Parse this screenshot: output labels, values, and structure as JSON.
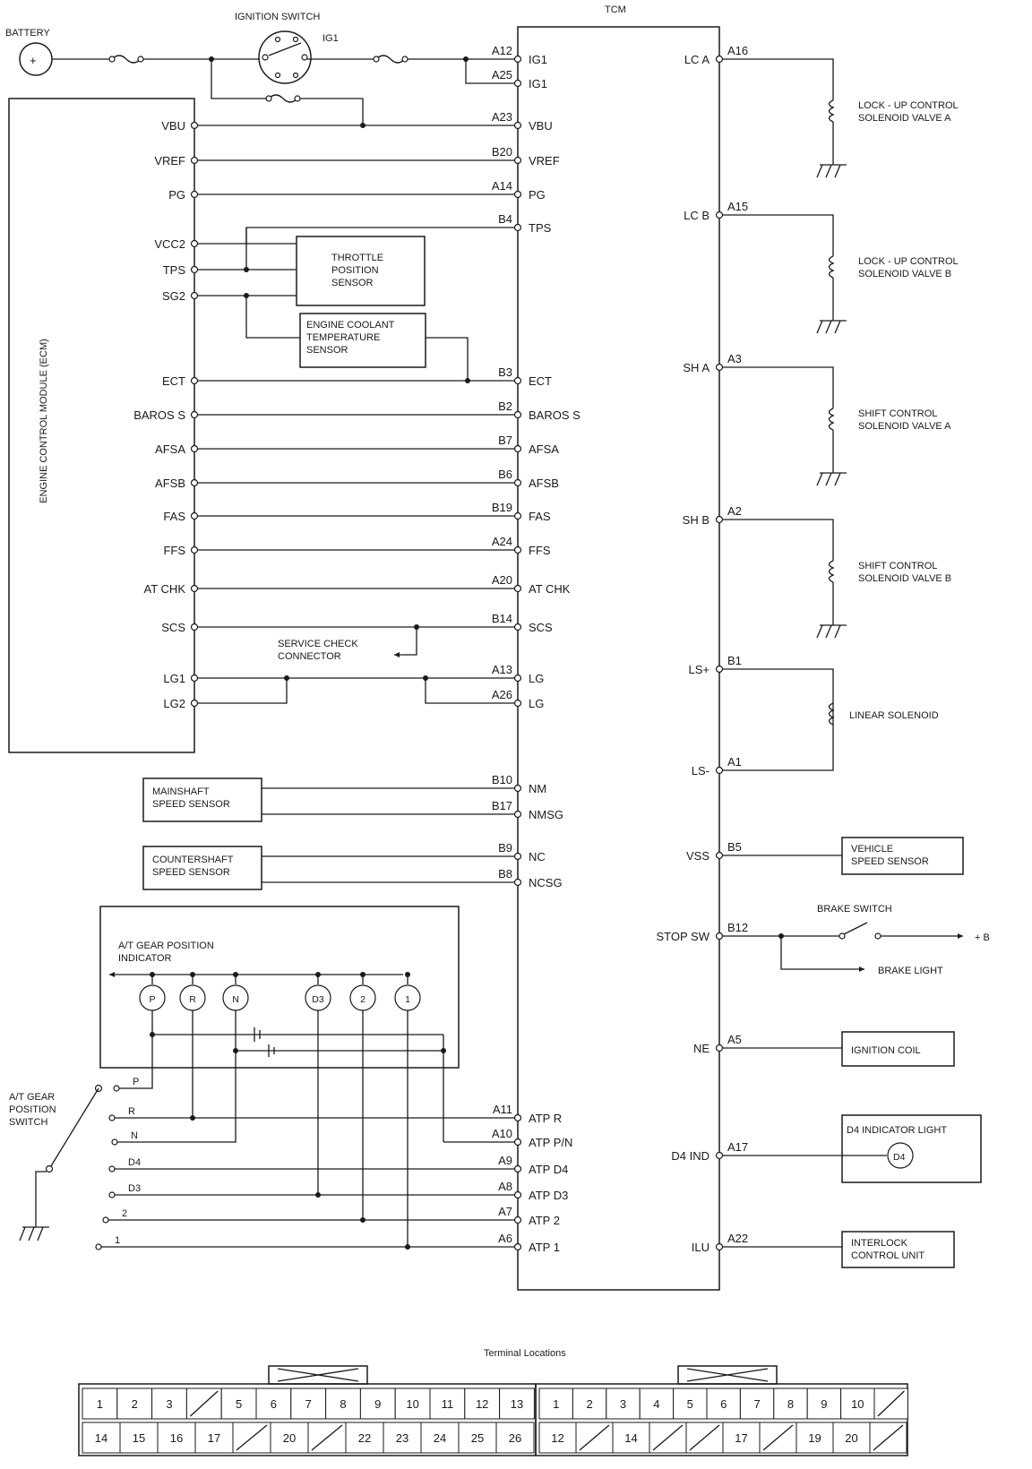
{
  "header": {
    "battery": "BATTERY",
    "ignition_switch": "IGNITION SWITCH",
    "ig1_contact": "IG1",
    "tcm": "TCM"
  },
  "ecm": {
    "title": "ENGINE CONTROL MODULE (ECM)",
    "pins": [
      "VBU",
      "VREF",
      "PG",
      "VCC2",
      "TPS",
      "SG2",
      "ECT",
      "BAROS S",
      "AFSA",
      "AFSB",
      "FAS",
      "FFS",
      "AT CHK",
      "SCS",
      "LG1",
      "LG2"
    ]
  },
  "tcm_left": [
    {
      "term": "A12",
      "name": "IG1"
    },
    {
      "term": "A25",
      "name": "IG1"
    },
    {
      "term": "A23",
      "name": "VBU"
    },
    {
      "term": "B20",
      "name": "VREF"
    },
    {
      "term": "A14",
      "name": "PG"
    },
    {
      "term": "B4",
      "name": "TPS"
    },
    {
      "term": "B3",
      "name": "ECT"
    },
    {
      "term": "B2",
      "name": "BAROS S"
    },
    {
      "term": "B7",
      "name": "AFSA"
    },
    {
      "term": "B6",
      "name": "AFSB"
    },
    {
      "term": "B19",
      "name": "FAS"
    },
    {
      "term": "A24",
      "name": "FFS"
    },
    {
      "term": "A20",
      "name": "AT CHK"
    },
    {
      "term": "B14",
      "name": "SCS"
    },
    {
      "term": "A13",
      "name": "LG"
    },
    {
      "term": "A26",
      "name": "LG"
    },
    {
      "term": "B10",
      "name": "NM"
    },
    {
      "term": "B17",
      "name": "NMSG"
    },
    {
      "term": "B9",
      "name": "NC"
    },
    {
      "term": "B8",
      "name": "NCSG"
    },
    {
      "term": "A11",
      "name": "ATP R"
    },
    {
      "term": "A10",
      "name": "ATP P/N"
    },
    {
      "term": "A9",
      "name": "ATP D4"
    },
    {
      "term": "A8",
      "name": "ATP D3"
    },
    {
      "term": "A7",
      "name": "ATP 2"
    },
    {
      "term": "A6",
      "name": "ATP 1"
    }
  ],
  "tcm_right": [
    {
      "term": "A16",
      "name": "LC A"
    },
    {
      "term": "A15",
      "name": "LC B"
    },
    {
      "term": "A3",
      "name": "SH A"
    },
    {
      "term": "A2",
      "name": "SH B"
    },
    {
      "term": "B1",
      "name": "LS+"
    },
    {
      "term": "A1",
      "name": "LS-"
    },
    {
      "term": "B5",
      "name": "VSS"
    },
    {
      "term": "B12",
      "name": "STOP SW"
    },
    {
      "term": "A5",
      "name": "NE"
    },
    {
      "term": "A17",
      "name": "D4 IND"
    },
    {
      "term": "A22",
      "name": "ILU"
    }
  ],
  "components": {
    "tps_sensor": [
      "THROTTLE",
      "POSITION",
      "SENSOR"
    ],
    "ect_sensor": [
      "ENGINE COOLANT",
      "TEMPERATURE",
      "SENSOR"
    ],
    "service_check": [
      "SERVICE CHECK",
      "CONNECTOR"
    ],
    "mainshaft": [
      "MAINSHAFT",
      "SPEED SENSOR"
    ],
    "countershaft": [
      "COUNTERSHAFT",
      "SPEED SENSOR"
    ],
    "lockup_a": [
      "LOCK - UP CONTROL",
      "SOLENOID VALVE A"
    ],
    "lockup_b": [
      "LOCK - UP CONTROL",
      "SOLENOID VALVE B"
    ],
    "shift_a": [
      "SHIFT CONTROL",
      "SOLENOID VALVE A"
    ],
    "shift_b": [
      "SHIFT CONTROL",
      "SOLENOID VALVE B"
    ],
    "linear_solenoid": "LINEAR SOLENOID",
    "vss": [
      "VEHICLE",
      "SPEED SENSOR"
    ],
    "brake_switch": "BRAKE SWITCH",
    "plus_b": "+ B",
    "brake_light": "BRAKE LIGHT",
    "ignition_coil": "IGNITION COIL",
    "d4_light": "D4 INDICATOR LIGHT",
    "d4_lamp": "D4",
    "interlock": [
      "INTERLOCK",
      "CONTROL UNIT"
    ],
    "gear_indicator": [
      "A/T GEAR POSITION",
      "INDICATOR"
    ],
    "gear_lamps": [
      "P",
      "R",
      "N",
      "D3",
      "2",
      "1"
    ],
    "gear_switch": [
      "A/T GEAR",
      "POSITION",
      "SWITCH"
    ],
    "switch_positions": [
      "P",
      "R",
      "N",
      "D4",
      "D3",
      "2",
      "1"
    ]
  },
  "terminals": {
    "title": "Terminal Locations",
    "connector_a_top": [
      "1",
      "2",
      "3",
      "",
      "5",
      "6",
      "7",
      "8",
      "9",
      "10",
      "11",
      "12",
      "13"
    ],
    "connector_a_bottom": [
      "14",
      "15",
      "16",
      "17",
      "",
      "20",
      "",
      "22",
      "23",
      "24",
      "25",
      "26"
    ],
    "connector_b_top": [
      "1",
      "2",
      "3",
      "4",
      "5",
      "6",
      "7",
      "8",
      "9",
      "10",
      ""
    ],
    "connector_b_bottom": [
      "12",
      "",
      "14",
      "",
      "",
      "17",
      "",
      "19",
      "20",
      ""
    ]
  }
}
